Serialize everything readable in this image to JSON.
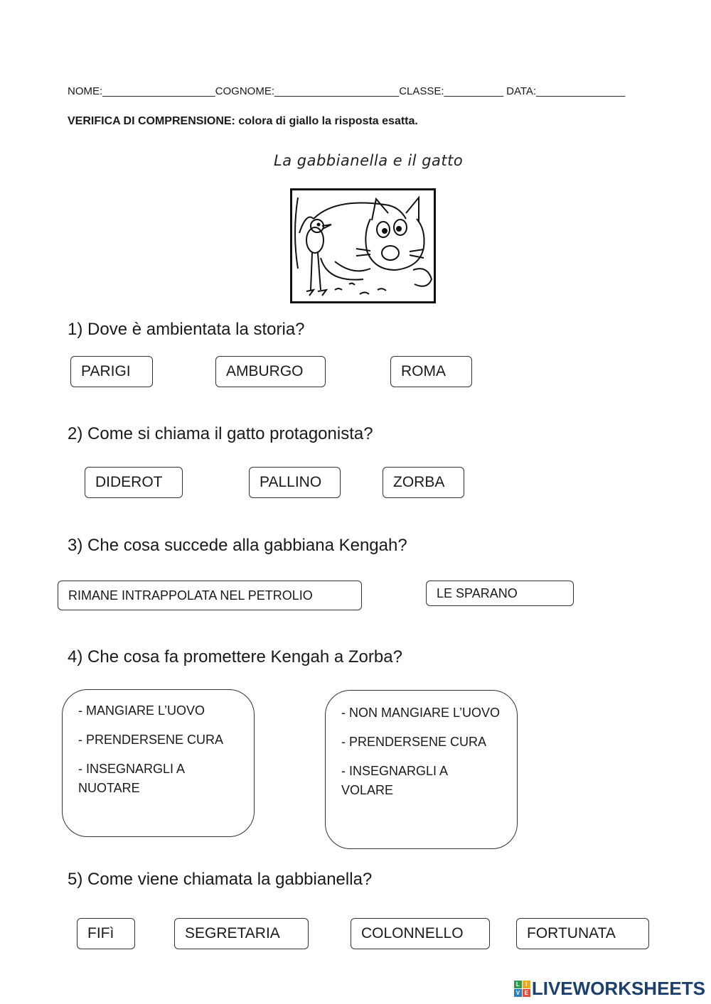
{
  "header": {
    "line": "NOME:___________________COGNOME:_____________________CLASSE:__________ DATA:_______________"
  },
  "instruction": {
    "bold": "VERIFICA DI COMPRENSIONE:",
    "rest": " colora di giallo la risposta esatta."
  },
  "picture": {
    "title": "La gabbianella e il gatto"
  },
  "questions": [
    {
      "text": "1) Dove è ambientata la storia?",
      "options": [
        "PARIGI",
        "AMBURGO",
        "ROMA"
      ]
    },
    {
      "text": "2) Come si chiama il gatto protagonista?",
      "options": [
        "DIDEROT",
        "PALLINO",
        "ZORBA"
      ]
    },
    {
      "text": "3) Che cosa succede alla gabbiana Kengah?",
      "options": [
        "RIMANE INTRAPPOLATA NEL  PETROLIO",
        "LE  SPARANO"
      ]
    },
    {
      "text": "4) Che cosa fa promettere Kengah a Zorba?",
      "options": [
        [
          "- MANGIARE   L’UOVO",
          "- PRENDERSENE CURA",
          "- INSEGNARGLI A NUOTARE"
        ],
        [
          "- NON MANGIARE L’UOVO",
          "- PRENDERSENE CURA",
          "- INSEGNARGLI A VOLARE"
        ]
      ]
    },
    {
      "text": "5) Come viene chiamata la gabbianella?",
      "options": [
        "FIFì",
        "SEGRETARIA",
        "COLONNELLO",
        "FORTUNATA"
      ]
    }
  ],
  "footer": {
    "logo_text": "LIVEWORKSHEETS",
    "logo_letters": [
      "L",
      "I",
      "V",
      "E"
    ],
    "colors": {
      "logo_text": "#1d3f6e",
      "tile1": "#2e9c4a",
      "tile2": "#f2a81d",
      "tile3": "#2a7fc1",
      "tile4": "#e64a3b"
    }
  }
}
